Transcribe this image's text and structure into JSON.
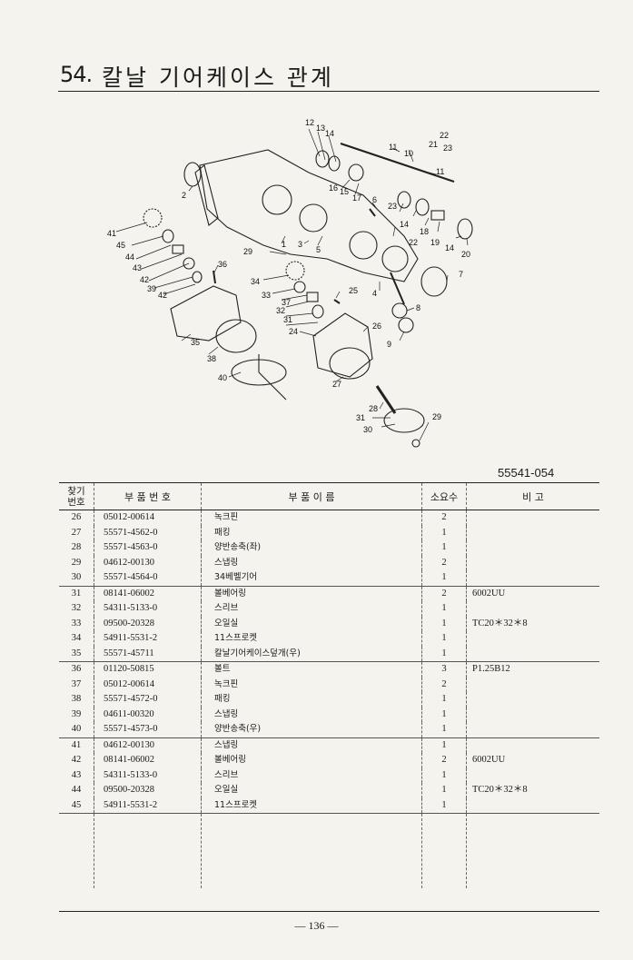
{
  "title": {
    "number": "54.",
    "text": "칼날 기어케이스 관계"
  },
  "doc_code": "55541-054",
  "diagram_labels": [
    "12",
    "13",
    "14",
    "22",
    "21",
    "23",
    "11",
    "10",
    "11",
    "2",
    "16",
    "15",
    "17",
    "6",
    "23",
    "14",
    "18",
    "19",
    "14",
    "20",
    "41",
    "45",
    "44",
    "43",
    "42",
    "39",
    "42",
    "36",
    "29",
    "1",
    "3",
    "5",
    "22",
    "34",
    "33",
    "37",
    "32",
    "31",
    "25",
    "4",
    "7",
    "8",
    "26",
    "24",
    "9",
    "35",
    "38",
    "40",
    "27",
    "28",
    "31",
    "30",
    "29"
  ],
  "table": {
    "headers": {
      "no_line1": "찾기",
      "no_line2": "번호",
      "part_number": "부 품 번 호",
      "part_name": "부       품       이       름",
      "qty": "소요수",
      "remarks": "비         고"
    },
    "rows": [
      {
        "no": "26",
        "part_number": "05012-00614",
        "name": "녹크핀",
        "qty": "2",
        "remarks": ""
      },
      {
        "no": "27",
        "part_number": "55571-4562-0",
        "name": "패킹",
        "qty": "1",
        "remarks": ""
      },
      {
        "no": "28",
        "part_number": "55571-4563-0",
        "name": "양반송축(좌)",
        "qty": "1",
        "remarks": ""
      },
      {
        "no": "29",
        "part_number": "04612-00130",
        "name": "스냅링",
        "qty": "2",
        "remarks": ""
      },
      {
        "no": "30",
        "part_number": "55571-4564-0",
        "name": "34베벨기어",
        "qty": "1",
        "remarks": ""
      },
      {
        "no": "31",
        "part_number": "08141-06002",
        "name": "볼베어링",
        "qty": "2",
        "remarks": "6002UU"
      },
      {
        "no": "32",
        "part_number": "54311-5133-0",
        "name": "스리브",
        "qty": "1",
        "remarks": ""
      },
      {
        "no": "33",
        "part_number": "09500-20328",
        "name": "오일실",
        "qty": "1",
        "remarks": "TC20＊32＊8"
      },
      {
        "no": "34",
        "part_number": "54911-5531-2",
        "name": "11스프로켓",
        "qty": "1",
        "remarks": ""
      },
      {
        "no": "35",
        "part_number": "55571-45711",
        "name": "칼날기어케이스덮개(우)",
        "qty": "1",
        "remarks": ""
      },
      {
        "no": "36",
        "part_number": "01120-50815",
        "name": "볼트",
        "qty": "3",
        "remarks": "P1.25B12"
      },
      {
        "no": "37",
        "part_number": "05012-00614",
        "name": "녹크핀",
        "qty": "2",
        "remarks": ""
      },
      {
        "no": "38",
        "part_number": "55571-4572-0",
        "name": "패킹",
        "qty": "1",
        "remarks": ""
      },
      {
        "no": "39",
        "part_number": "04611-00320",
        "name": "스냅링",
        "qty": "1",
        "remarks": ""
      },
      {
        "no": "40",
        "part_number": "55571-4573-0",
        "name": "양반송축(우)",
        "qty": "1",
        "remarks": ""
      },
      {
        "no": "41",
        "part_number": "04612-00130",
        "name": "스냅링",
        "qty": "1",
        "remarks": ""
      },
      {
        "no": "42",
        "part_number": "08141-06002",
        "name": "볼베어링",
        "qty": "2",
        "remarks": "6002UU"
      },
      {
        "no": "43",
        "part_number": "54311-5133-0",
        "name": "스리브",
        "qty": "1",
        "remarks": ""
      },
      {
        "no": "44",
        "part_number": "09500-20328",
        "name": "오일실",
        "qty": "1",
        "remarks": "TC20＊32＊8"
      },
      {
        "no": "45",
        "part_number": "54911-5531-2",
        "name": "11스프로켓",
        "qty": "1",
        "remarks": ""
      }
    ]
  },
  "page_number": "— 136 —"
}
